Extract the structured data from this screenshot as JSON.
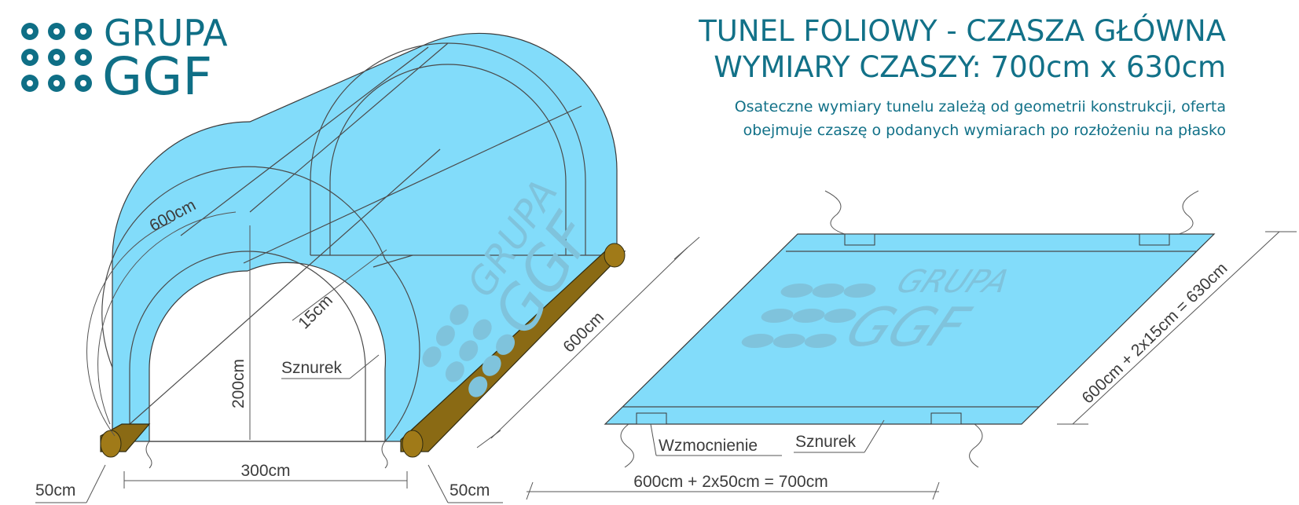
{
  "logo": {
    "line1": "GRUPA",
    "line2": "GGF"
  },
  "header": {
    "title": "TUNEL FOLIOWY - CZASZA GŁÓWNA",
    "dimensions": "WYMIARY CZASZY: 700cm x 630cm",
    "note_line1": "Osateczne wymiary tunelu zależą od geometrii konstrukcji, oferta",
    "note_line2": "obejmuje czaszę o podanych wymiarach po rozłożeniu na płasko"
  },
  "tunnel": {
    "watermark_line1": "GRUPA",
    "watermark_line2": "GGF",
    "arc_length": "600cm",
    "depth": "600cm",
    "flap": "15cm",
    "height": "200cm",
    "width": "300cm",
    "cord": "Sznurek",
    "skirt_left": "50cm",
    "skirt_right": "50cm"
  },
  "flat_sheet": {
    "watermark_line1": "GRUPA",
    "watermark_line2": "GGF",
    "width_formula": "600cm + 2x50cm = 700cm",
    "depth_formula": "600cm + 2x15cm = 630cm",
    "reinforcement": "Wzmocnienie",
    "cord": "Sznurek"
  },
  "colors": {
    "brand": "#127188",
    "film": "#82dcfa",
    "film_dark": "#6fcbe9",
    "skirt": "#8a6a14",
    "watermark": "#7fc3dc"
  }
}
